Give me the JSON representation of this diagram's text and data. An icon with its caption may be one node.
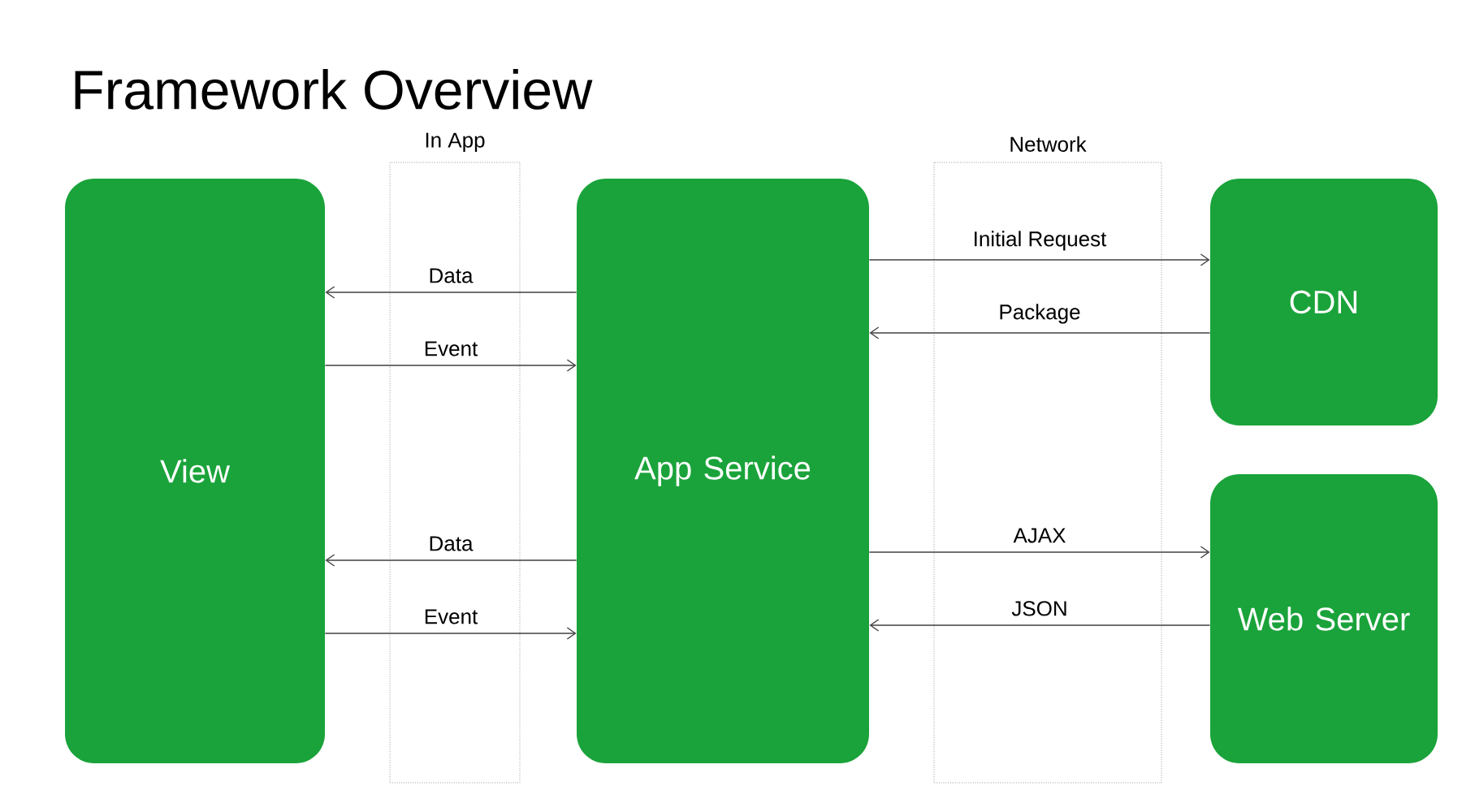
{
  "diagram": {
    "title": "Framework Overview",
    "nodes": [
      {
        "text": [
          "View"
        ]
      },
      {
        "text": [
          "App Service"
        ]
      },
      {
        "text": [
          "CDN"
        ]
      },
      {
        "text": [
          "Web Server"
        ]
      }
    ],
    "edges": [
      {
        "from": 1,
        "to": 0,
        "arrow": "to",
        "label": "Data"
      },
      {
        "from": 0,
        "to": 1,
        "arrow": "to",
        "label": "Event"
      },
      {
        "from": 1,
        "to": 0,
        "arrow": "to",
        "label": "Data"
      },
      {
        "from": 0,
        "to": 1,
        "arrow": "to",
        "label": "Event"
      },
      {
        "from": 1,
        "to": 2,
        "arrow": "to",
        "label": "Initial Request"
      },
      {
        "from": 2,
        "to": 1,
        "arrow": "to",
        "label": "Package"
      },
      {
        "from": 1,
        "to": 3,
        "arrow": "to",
        "label": "AJAX"
      },
      {
        "from": 3,
        "to": 1,
        "arrow": "to",
        "label": "JSON"
      }
    ],
    "labels": [
      "In App",
      "Network"
    ]
  }
}
